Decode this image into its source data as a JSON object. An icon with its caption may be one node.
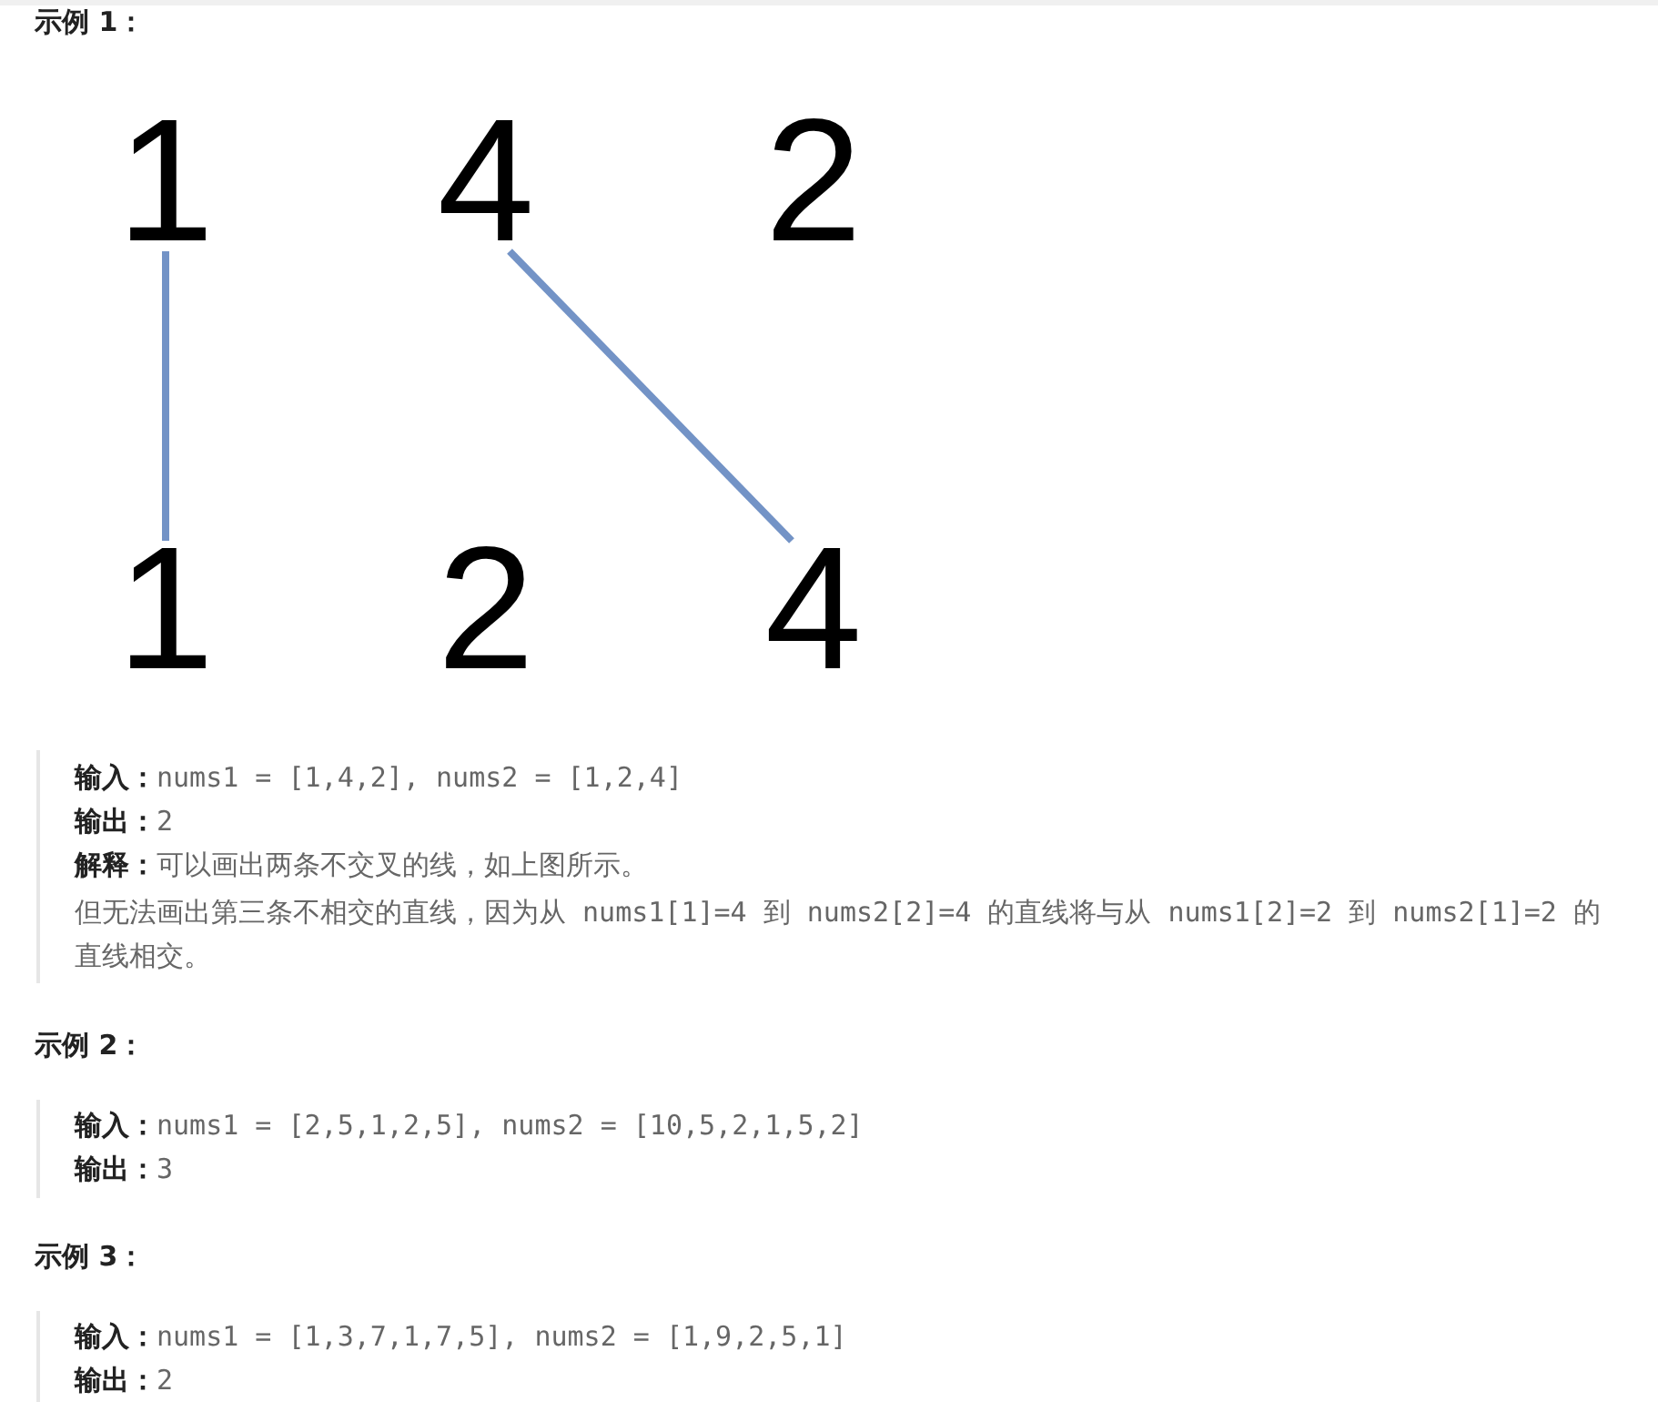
{
  "diagram": {
    "nodes": [
      {
        "text": [
          "1"
        ]
      },
      {
        "text": [
          "4"
        ]
      },
      {
        "text": [
          "2"
        ]
      },
      {
        "text": [
          "1"
        ]
      },
      {
        "text": [
          "2"
        ]
      },
      {
        "text": [
          "4"
        ]
      }
    ],
    "edges": [
      {
        "from": 0,
        "to": 3,
        "arrow": "none"
      },
      {
        "from": 1,
        "to": 5,
        "arrow": "none"
      }
    ],
    "labels": [
      "示例 1：",
      "**输入：**nums1 = [1,4,2], nums2 = [1,2,4]",
      "**输出：**2",
      "**解释：**可以画出两条不交叉的线，如上图所示。",
      "但无法画出第三条不相交的直线，因为从 nums1[1]=4 到 nums2[2]=4 的直线将与从 nums1[2]=2 到 nums2[1]=2 的直线相交。",
      "示例 2：",
      "**输入：**nums1 = [2,5,1,2,5], nums2 = [10,5,2,1,5,2]",
      "**输出：**3",
      "示例 3：",
      "**输入：**nums1 = [1,3,7,1,7,5], nums2 = [1,9,2,5,1]",
      "**输出：**2"
    ]
  }
}
